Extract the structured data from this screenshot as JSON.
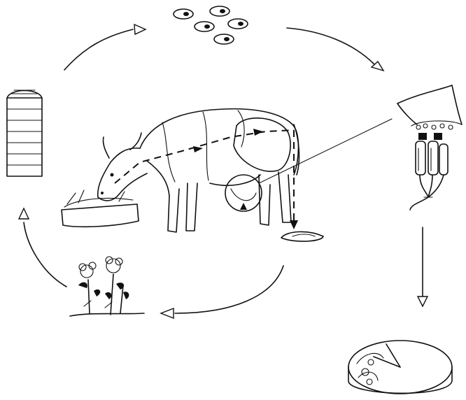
{
  "diagram": {
    "nodes": [
      {
        "id": "silo",
        "icon": "silo-icon"
      },
      {
        "id": "bacteria",
        "icon": "bacteria-cells-icon"
      },
      {
        "id": "udder",
        "icon": "udder-milking-icon"
      },
      {
        "id": "cheese",
        "icon": "cheese-wheel-icon"
      },
      {
        "id": "clover",
        "icon": "clover-plants-icon"
      },
      {
        "id": "cow",
        "icon": "cow-eating-icon"
      }
    ],
    "cycle": [
      "silo",
      "bacteria",
      "udder",
      "cheese"
    ],
    "colors": {
      "ink": "#111111",
      "background": "#ffffff"
    }
  }
}
